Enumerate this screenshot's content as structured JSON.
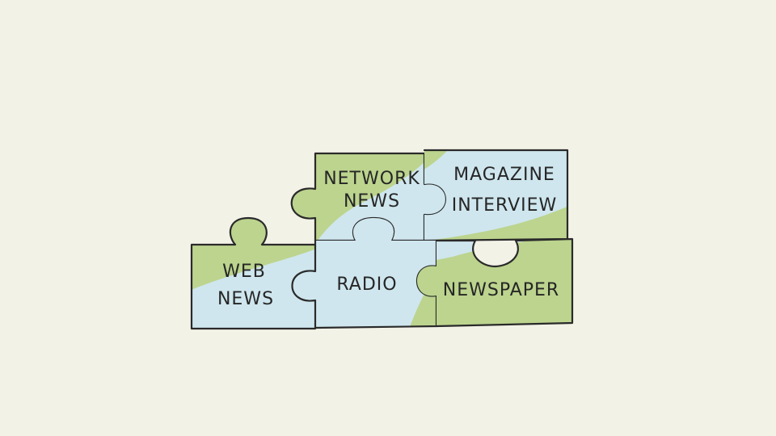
{
  "colors": {
    "background": "#f3f2e7",
    "blue": "#cfe6ee",
    "green": "#bcd48e",
    "outline": "#2a2a2a"
  },
  "pieces": {
    "network_news": {
      "line1": "NETWORK",
      "line2": "NEWS"
    },
    "magazine_interview": {
      "line1": "MAGAZINE",
      "line2": "INTERVIEW"
    },
    "web_news": {
      "line1": "WEB",
      "line2": "NEWS"
    },
    "radio": {
      "line1": "RADIO"
    },
    "newspaper": {
      "line1": "NEWSPAPER"
    }
  }
}
